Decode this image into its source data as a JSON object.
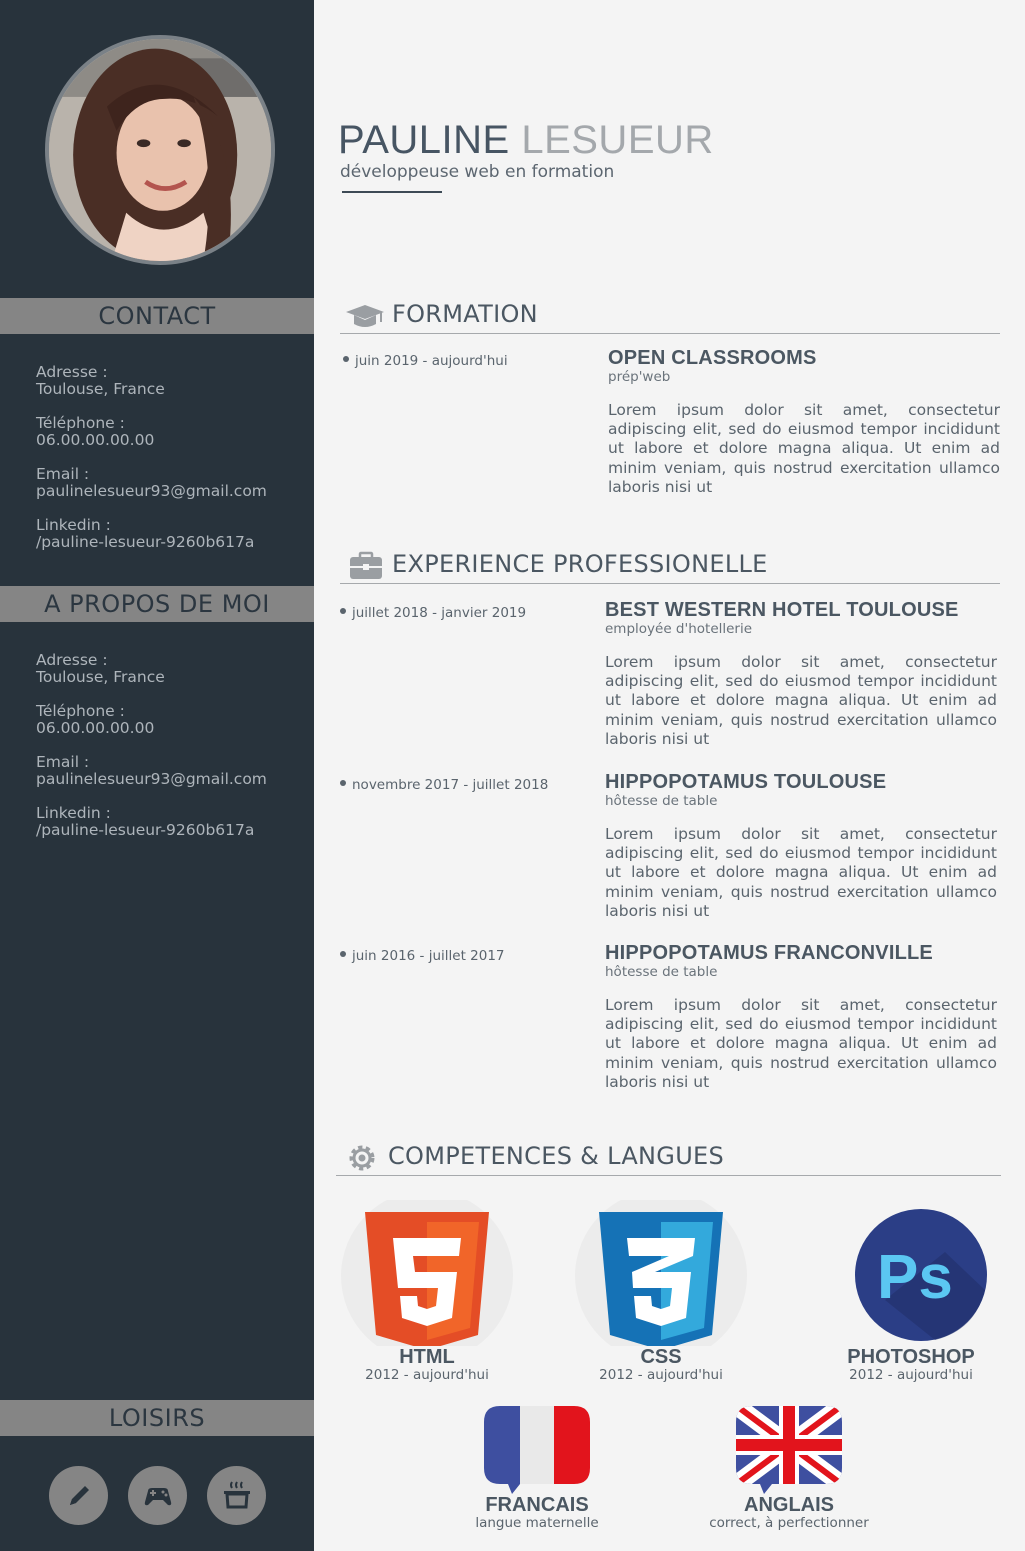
{
  "header": {
    "first_name": "PAULINE",
    "last_name": "LESUEUR",
    "subtitle": "développeuse web en formation"
  },
  "sidebar": {
    "contact_title": "CONTACT",
    "contact": [
      {
        "label": "Adresse :",
        "value": "Toulouse, France"
      },
      {
        "label": "Téléphone :",
        "value": "06.00.00.00.00"
      },
      {
        "label": "Email :",
        "value": "paulinelesueur93@gmail.com"
      },
      {
        "label": "Linkedin :",
        "value": "/pauline-lesueur-9260b617a"
      }
    ],
    "about_title": "A PROPOS DE MOI",
    "about": [
      {
        "label": "Adresse :",
        "value": "Toulouse, France"
      },
      {
        "label": "Téléphone :",
        "value": "06.00.00.00.00"
      },
      {
        "label": "Email :",
        "value": "paulinelesueur93@gmail.com"
      },
      {
        "label": "Linkedin :",
        "value": "/pauline-lesueur-9260b617a"
      }
    ],
    "hobbies_title": "LOISIRS",
    "hobbies": [
      "pencil-icon",
      "gamepad-icon",
      "cooking-pot-icon"
    ]
  },
  "formation": {
    "title": "FORMATION",
    "icon": "graduation-cap-icon",
    "entries": [
      {
        "date": "juin 2019 - aujourd'hui",
        "school": "OPEN CLASSROOMS",
        "role": "prép'web",
        "text": "Lorem ipsum dolor sit amet, consectetur adipiscing elit, sed do eiusmod tempor incididunt ut labore et dolore magna aliqua. Ut enim ad minim veniam, quis nostrud exercitation ullamco laboris nisi ut"
      }
    ]
  },
  "experience": {
    "title": "EXPERIENCE PROFESSIONELLE",
    "icon": "briefcase-icon",
    "entries": [
      {
        "date": "juillet 2018 - janvier 2019",
        "company": "BEST WESTERN HOTEL TOULOUSE",
        "role": "employée d'hotellerie",
        "text": "Lorem ipsum dolor sit amet, consectetur adipiscing elit, sed do eiusmod tempor incididunt ut labore et dolore magna aliqua. Ut enim ad minim veniam, quis nostrud exercitation ullamco laboris nisi ut"
      },
      {
        "date": "novembre 2017 - juillet 2018",
        "company": "HIPPOPOTAMUS TOULOUSE",
        "role": "hôtesse de table",
        "text": "Lorem ipsum dolor sit amet, consectetur adipiscing elit, sed do eiusmod tempor incididunt ut labore et dolore magna aliqua. Ut enim ad minim veniam, quis nostrud exercitation ullamco laboris nisi ut"
      },
      {
        "date": "juin 2016 - juillet 2017",
        "company": "HIPPOPOTAMUS FRANCONVILLE",
        "role": "hôtesse de table",
        "text": "Lorem ipsum dolor sit amet, consectetur adipiscing elit, sed do eiusmod tempor incididunt ut labore et dolore magna aliqua. Ut enim ad minim veniam, quis nostrud exercitation ullamco laboris nisi ut"
      }
    ]
  },
  "skills": {
    "title": "COMPETENCES & LANGUES",
    "icon": "gear-icon",
    "items": [
      {
        "name": "HTML",
        "date": "2012 - aujourd'hui",
        "icon": "html5-logo"
      },
      {
        "name": "CSS",
        "date": "2012 - aujourd'hui",
        "icon": "css3-logo"
      },
      {
        "name": "PHOTOSHOP",
        "date": "2012 - aujourd'hui",
        "icon": "photoshop-logo"
      }
    ],
    "languages": [
      {
        "name": "FRANCAIS",
        "level": "langue maternelle",
        "icon": "french-flag-bubble"
      },
      {
        "name": "ANGLAIS",
        "level": "correct, à perfectionner",
        "icon": "uk-flag-bubble"
      }
    ]
  },
  "colors": {
    "sidebar": "#28333c",
    "band": "#858585",
    "page": "#f4f4f4",
    "heading": "#4b5762",
    "html_orange": "#e44d26",
    "css_blue": "#1572b6",
    "ps_blue": "#2b3e86"
  }
}
